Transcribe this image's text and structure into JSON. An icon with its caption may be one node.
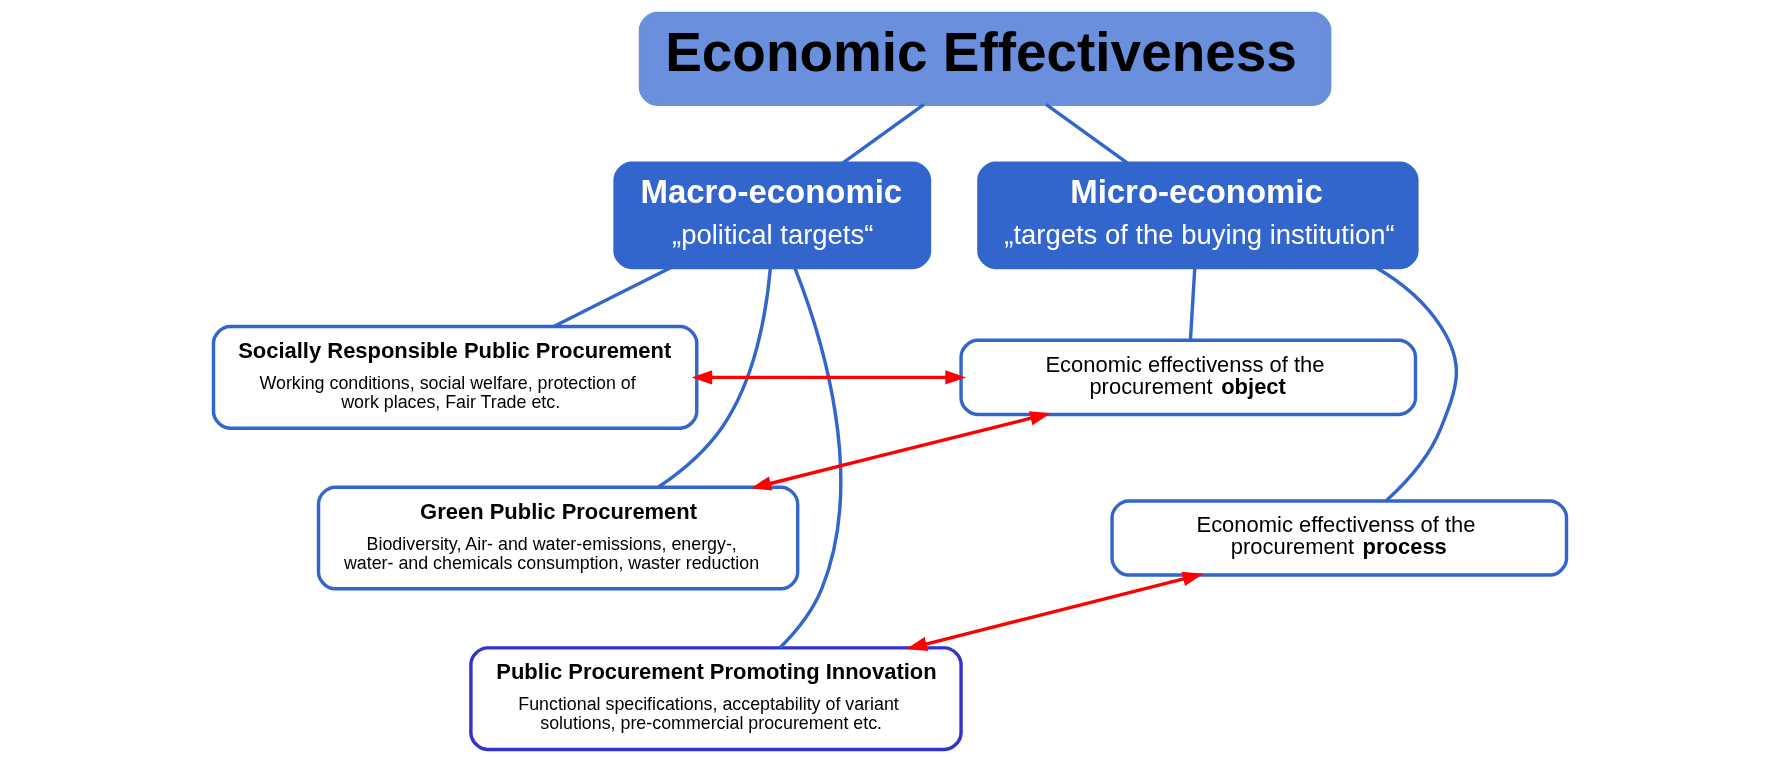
{
  "diagram": {
    "nodes": [
      {
        "text": [
          "Economic Effectiveness"
        ]
      },
      {
        "text": [
          "Macro-economic",
          "„political targets“"
        ]
      },
      {
        "text": [
          "Micro-economic",
          "„targets of the buying institution“"
        ]
      },
      {
        "text": [
          "Socially Responsible Public Procurement",
          "Working conditions, social welfare, protection of work places, Fair Trade etc."
        ]
      },
      {
        "text": [
          "Green Public Procurement",
          "Biodiversity, Air- and water-emissions, energy-, water- and chemicals consumption, waster reduction"
        ]
      },
      {
        "text": [
          "Public Procurement Promoting Innovation",
          "Functional specifications, acceptability of variant solutions, pre-commercial procurement etc."
        ]
      },
      {
        "text": [
          "Economic effectivenss of the procurement **object**"
        ]
      },
      {
        "text": [
          "Economic effectivenss of the procurement **process**"
        ]
      }
    ],
    "edges": [
      {
        "from": 0,
        "to": 1,
        "arrow": "none"
      },
      {
        "from": 0,
        "to": 2,
        "arrow": "none"
      },
      {
        "from": 1,
        "to": 3,
        "arrow": "none"
      },
      {
        "from": 1,
        "to": 4,
        "arrow": "none"
      },
      {
        "from": 1,
        "to": 5,
        "arrow": "none"
      },
      {
        "from": 2,
        "to": 6,
        "arrow": "none"
      },
      {
        "from": 2,
        "to": 7,
        "arrow": "none"
      },
      {
        "from": 3,
        "to": 6,
        "arrow": "both",
        "color": "#ff0000"
      },
      {
        "from": 4,
        "to": 6,
        "arrow": "both",
        "color": "#ff0000"
      },
      {
        "from": 5,
        "to": 7,
        "arrow": "both",
        "color": "#ff0000"
      }
    ]
  }
}
